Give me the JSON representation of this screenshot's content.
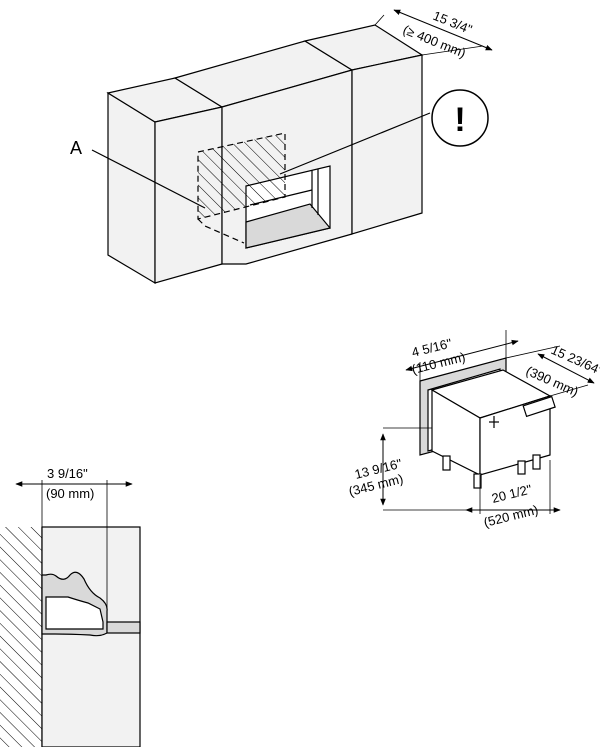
{
  "top_view": {
    "label_a": "A",
    "warning_symbol": "!",
    "depth_in": "15 3/4\"",
    "depth_mm": "(≥ 400 mm)"
  },
  "appliance_view": {
    "width_front_in": "4 5/16\"",
    "width_front_mm": "(110 mm)",
    "depth_in": "15 23/64\"",
    "depth_mm": "(390 mm)",
    "height_in": "13 9/16\"",
    "height_mm": "(345 mm)",
    "width_in": "20 1/2\"",
    "width_mm": "(520 mm)"
  },
  "section_view": {
    "gap_in": "3 9/16\"",
    "gap_mm": "(90 mm)"
  },
  "colors": {
    "stroke": "#000000",
    "fill_light": "#f2f2f2",
    "fill_gray": "#d9d9d9",
    "fill_white": "#ffffff"
  }
}
